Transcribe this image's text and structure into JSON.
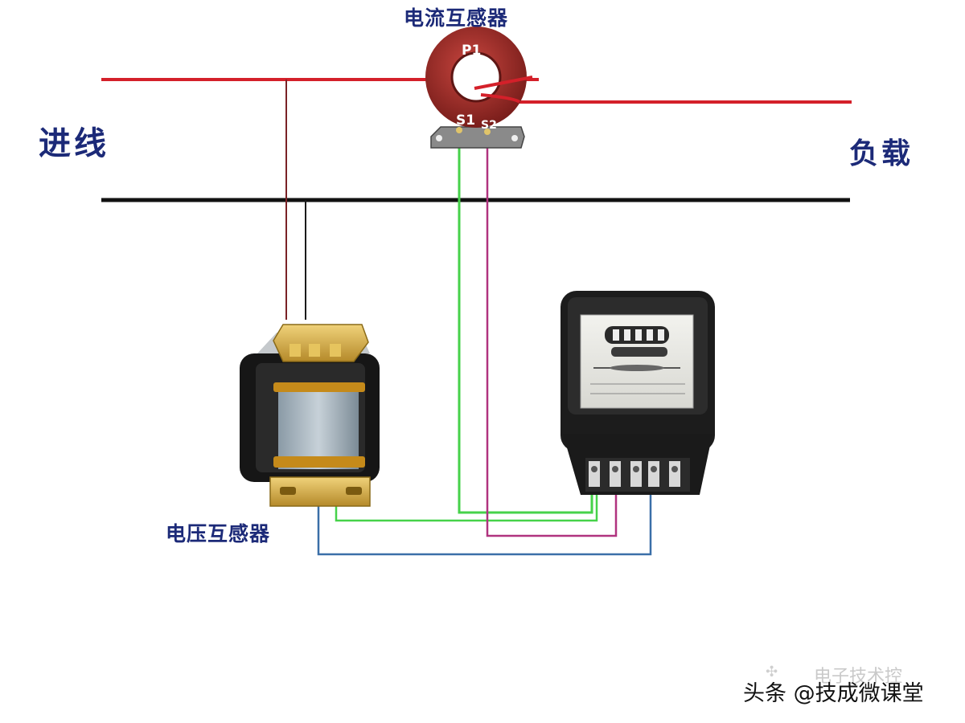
{
  "labels": {
    "incoming": "进线",
    "load": "负载",
    "current_transformer": "电流互感器",
    "voltage_transformer": "电压互感器"
  },
  "terminals": {
    "p1": "P1",
    "s1": "S1",
    "s2": "S2"
  },
  "watermark": {
    "main": "头条 @技成微课堂",
    "faint": "电子技术控"
  },
  "colors": {
    "live_line": "#d4202a",
    "neutral_line": "#111111",
    "label_text": "#1c2a78",
    "wire_green": "#46d24a",
    "wire_purple": "#b0337f",
    "wire_blue": "#3a6fa8",
    "ct_core": "#a8302c"
  }
}
